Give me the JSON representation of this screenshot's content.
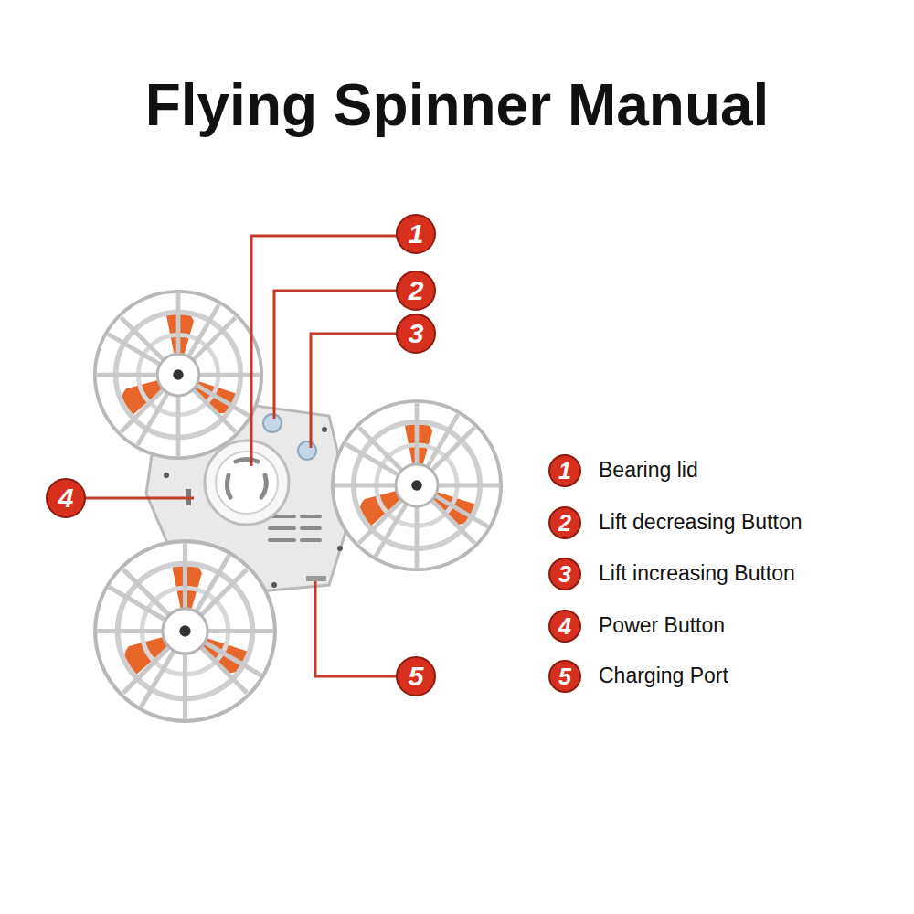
{
  "diagram": {
    "title": "Flying Spinner Manual",
    "labels": [
      "1",
      "2",
      "3",
      "4",
      "5",
      "1",
      "Bearing lid",
      "2",
      "Lift decreasing Button",
      "3",
      "Lift increasing Button",
      "4",
      "Power Button",
      "5",
      "Charging Port"
    ]
  }
}
